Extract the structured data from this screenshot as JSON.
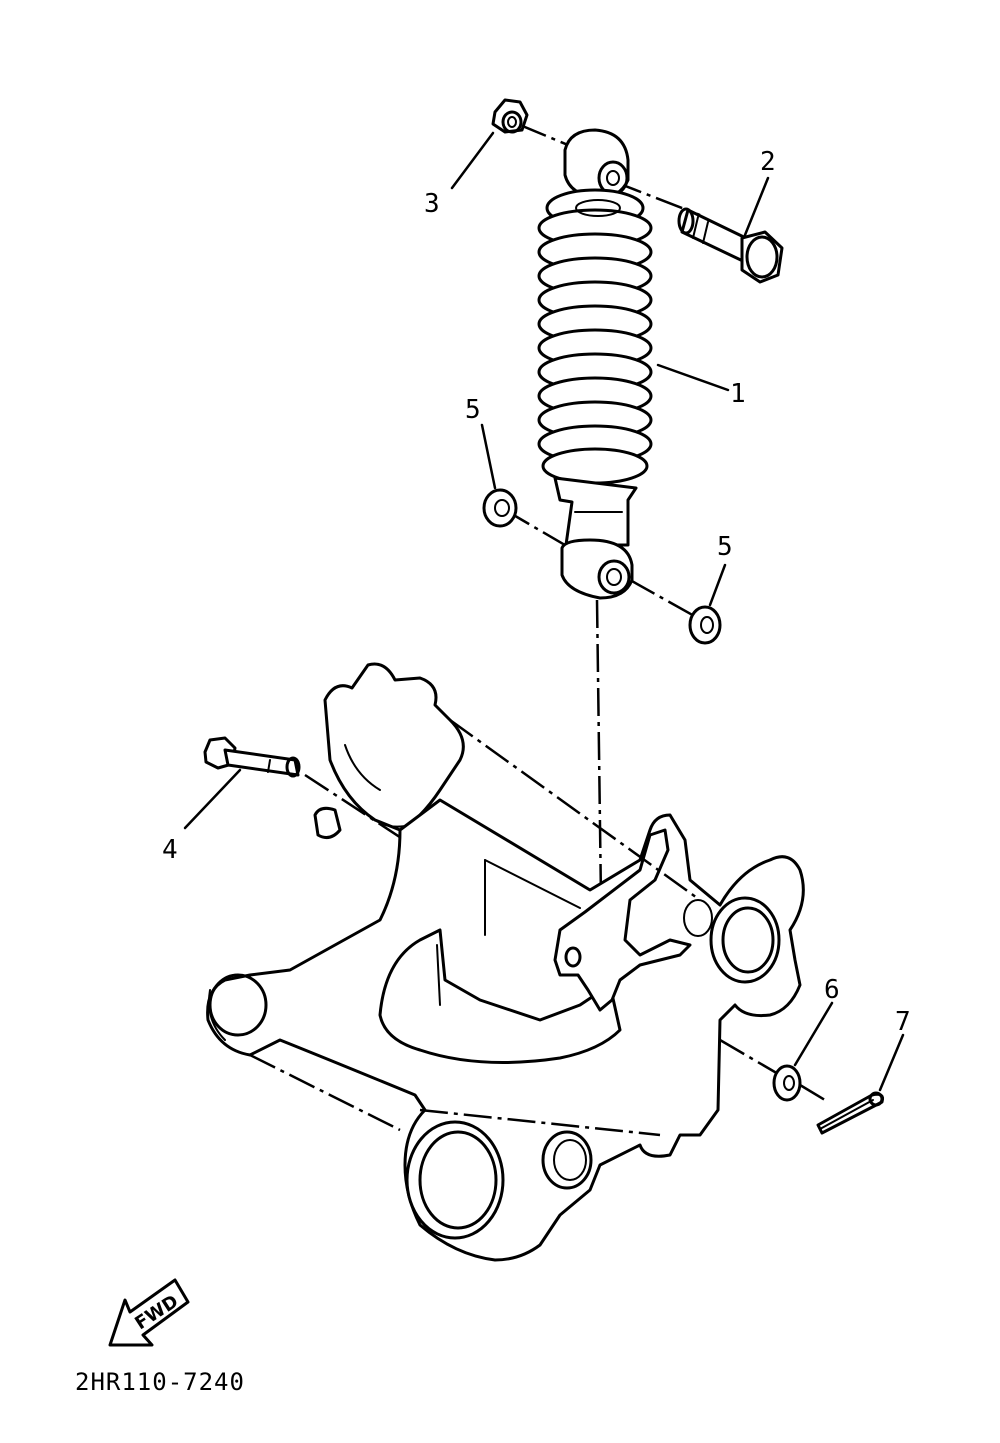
{
  "callouts": {
    "c1": "1",
    "c2": "2",
    "c3": "3",
    "c4": "4",
    "c5a": "5",
    "c5b": "5",
    "c6": "6",
    "c7": "7"
  },
  "fwd_label": "FWD",
  "diagram_code": "2HR110-7240",
  "colors": {
    "ink": "#000000",
    "paper": "#ffffff"
  },
  "icons": {
    "forward_arrow": "fwd-arrow-icon"
  }
}
